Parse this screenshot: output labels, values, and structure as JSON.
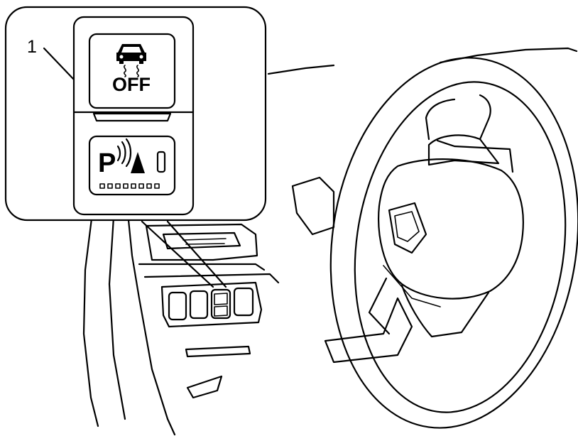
{
  "callout": {
    "number": "1"
  },
  "buttons": {
    "traction_off_label": "OFF",
    "parking_sensor_letter": "P"
  },
  "icons": {
    "traction_control": "car-skid-icon",
    "parking_sensor": "parking-sensor-icon"
  },
  "colors": {
    "line": "#000000",
    "background": "#ffffff"
  }
}
